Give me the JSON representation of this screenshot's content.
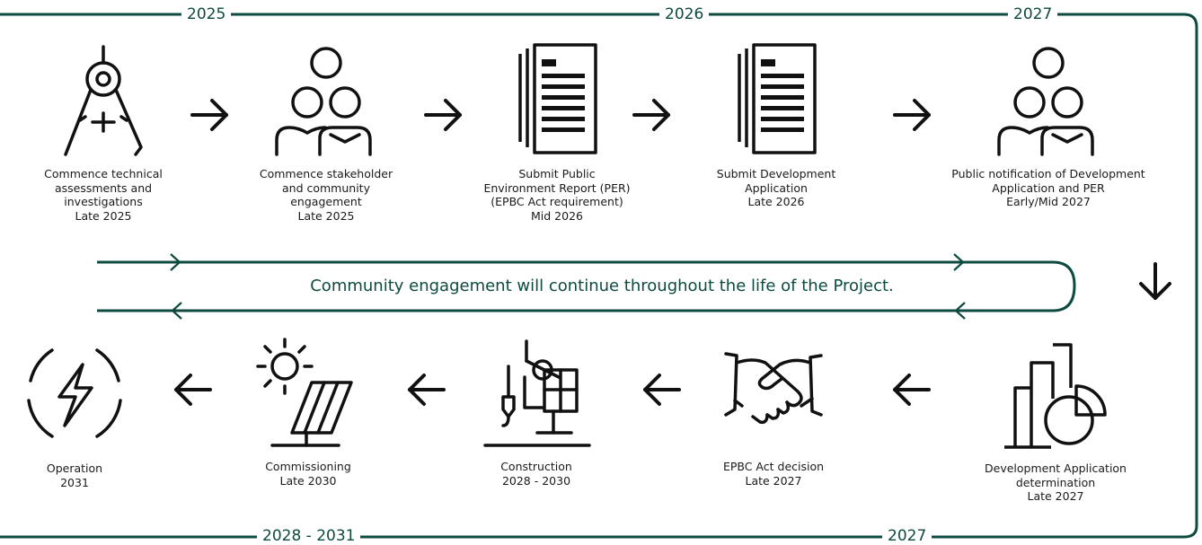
{
  "colors": {
    "accent": "#0d4a40",
    "icon": "#111111",
    "text": "#1a1a1a"
  },
  "years": {
    "top_1": "2025",
    "top_2": "2026",
    "top_3": "2027",
    "bottom_1": "2028 - 2031",
    "bottom_2": "2027"
  },
  "steps": [
    {
      "icon": "compass-icon",
      "lines": [
        "Commence technical",
        "assessments and",
        "investigations",
        "Late 2025"
      ]
    },
    {
      "icon": "people-group-icon",
      "lines": [
        "Commence stakeholder",
        "and community",
        "engagement",
        "Late 2025"
      ]
    },
    {
      "icon": "documents-icon",
      "lines": [
        "Submit Public",
        "Environment Report (PER)",
        "(EPBC Act requirement)",
        "Mid 2026"
      ]
    },
    {
      "icon": "documents-icon",
      "lines": [
        "Submit Development",
        "Application",
        "Late 2026"
      ]
    },
    {
      "icon": "people-group-icon",
      "lines": [
        "Public notification of Development",
        "Application and PER",
        "Early/Mid 2027"
      ]
    },
    {
      "icon": "bar-pie-chart-icon",
      "lines": [
        "Development Application",
        "determination",
        "Late 2027"
      ]
    },
    {
      "icon": "handshake-icon",
      "lines": [
        "EPBC Act decision",
        "Late 2027"
      ]
    },
    {
      "icon": "crane-construction-icon",
      "lines": [
        "Construction",
        "2028 - 2030"
      ]
    },
    {
      "icon": "solar-panel-icon",
      "lines": [
        "Commissioning",
        "Late 2030"
      ]
    },
    {
      "icon": "lightning-power-icon",
      "lines": [
        "Operation",
        "2031"
      ]
    }
  ],
  "banner": {
    "text": "Community engagement will continue throughout the life of the Project."
  }
}
